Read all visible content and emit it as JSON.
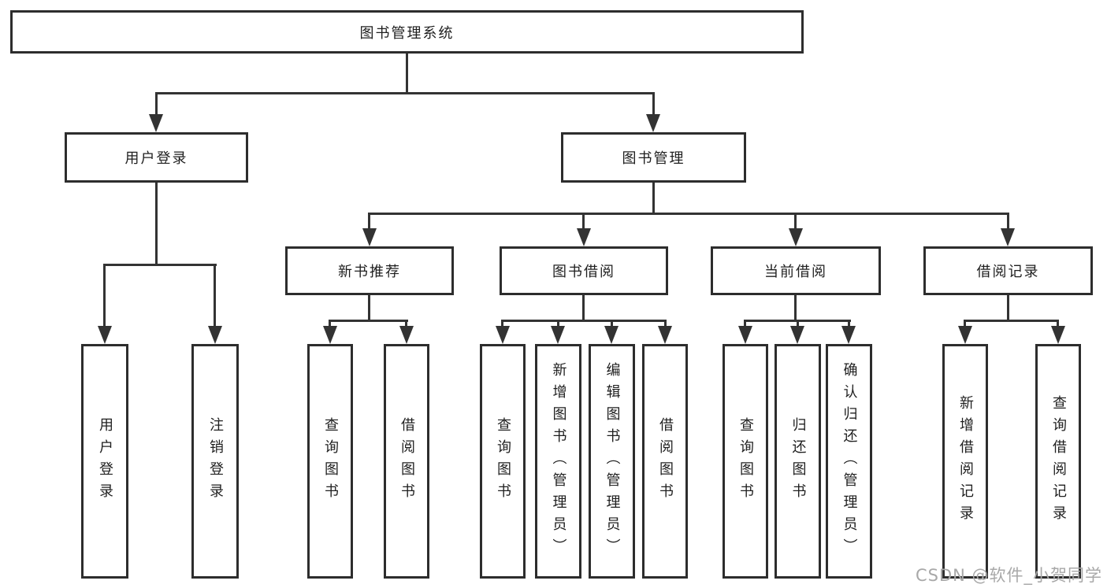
{
  "diagram": {
    "type": "hierarchy-tree",
    "root": {
      "label": "图书管理系统"
    },
    "branches": [
      {
        "label": "用户登录",
        "leaves": [
          {
            "label": "用户登录"
          },
          {
            "label": "注销登录"
          }
        ]
      },
      {
        "label": "图书管理",
        "children": [
          {
            "label": "新书推荐",
            "leaves": [
              {
                "label": "查询图书"
              },
              {
                "label": "借阅图书"
              }
            ]
          },
          {
            "label": "图书借阅",
            "leaves": [
              {
                "label": "查询图书"
              },
              {
                "label": "新增图书（管理员）"
              },
              {
                "label": "编辑图书（管理员）"
              },
              {
                "label": "借阅图书"
              }
            ]
          },
          {
            "label": "当前借阅",
            "leaves": [
              {
                "label": "查询图书"
              },
              {
                "label": "归还图书"
              },
              {
                "label": "确认归还（管理员）"
              }
            ]
          },
          {
            "label": "借阅记录",
            "leaves": [
              {
                "label": "新增借阅记录"
              },
              {
                "label": "查询借阅记录"
              }
            ]
          }
        ]
      }
    ]
  },
  "watermark": {
    "text": "CSDN @软件_小贺同学"
  },
  "colors": {
    "background": "#ffffff",
    "line": "#333333",
    "box_border": "#2d2d2d",
    "text": "#1f1f1f",
    "watermark": "#a8a8a8"
  }
}
